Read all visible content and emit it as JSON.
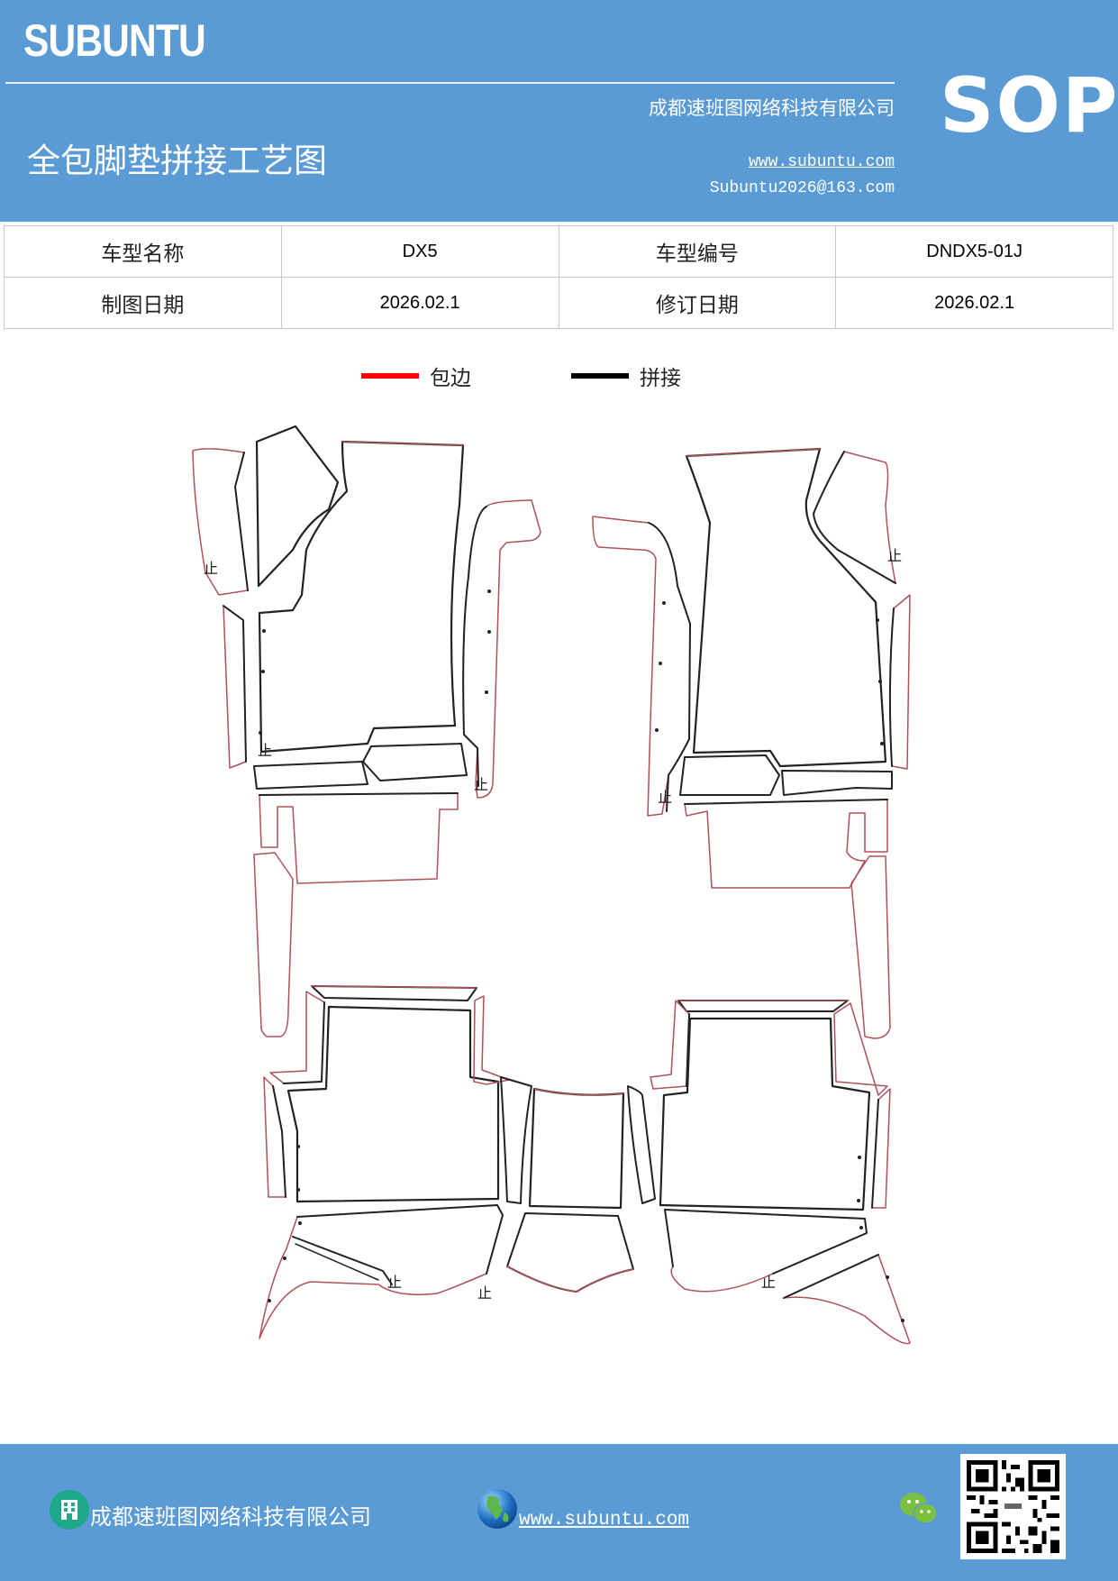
{
  "header": {
    "brand": "SUBUNTU",
    "badge": "SOP",
    "title": "全包脚垫拼接工艺图",
    "company": "成都速班图网络科技有限公司",
    "website": "www.subuntu.com",
    "email": "Subuntu2026@163.com",
    "background_color": "#5b9bd5"
  },
  "info_table": {
    "rows": [
      {
        "label1": "车型名称",
        "value1": "DX5",
        "label2": "车型编号",
        "value2": "DNDX5-01J"
      },
      {
        "label1": "制图日期",
        "value1": "2026.02.1",
        "label2": "修订日期",
        "value2": "2026.02.1"
      }
    ]
  },
  "legend": {
    "items": [
      {
        "label": "包边",
        "color": "#ff0000",
        "meaning": "edge-binding"
      },
      {
        "label": "拼接",
        "color": "#000000",
        "meaning": "splicing"
      }
    ]
  },
  "drawing": {
    "stop_mark": "止",
    "outline_colors": {
      "binding": "#b0505a",
      "splice": "#222222"
    }
  },
  "footer": {
    "company": "成都速班图网络科技有限公司",
    "website": "www.subuntu.com ",
    "icons": [
      "building-icon",
      "globe-icon",
      "wechat-icon",
      "qr-code"
    ]
  }
}
